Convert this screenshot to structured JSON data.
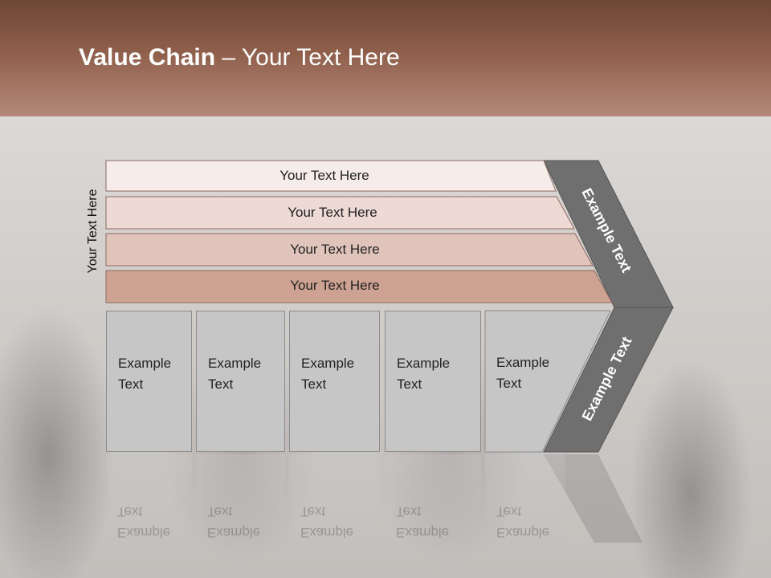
{
  "slide": {
    "title_bold": "Value Chain",
    "title_rest": " – Your Text Here",
    "side_label": "Your Text Here",
    "bands": [
      {
        "label": "Your Text Here",
        "color": "#f6ecea"
      },
      {
        "label": "Your Text Here",
        "color": "#eedad5"
      },
      {
        "label": "Your Text Here",
        "color": "#e0c4bc"
      },
      {
        "label": "Your Text Here",
        "color": "#cea292"
      }
    ],
    "columns": [
      {
        "line1": "Example",
        "line2": "Text"
      },
      {
        "line1": "Example",
        "line2": "Text"
      },
      {
        "line1": "Example",
        "line2": "Text"
      },
      {
        "line1": "Example",
        "line2": "Text"
      },
      {
        "line1": "Example",
        "line2": "Text"
      }
    ],
    "arrow_upper_text": "Example Text",
    "arrow_lower_text": "Example Text",
    "colors": {
      "header": "#8f5f4b",
      "arrow": "#6f6f6f",
      "column": "#c6c6c6"
    }
  }
}
